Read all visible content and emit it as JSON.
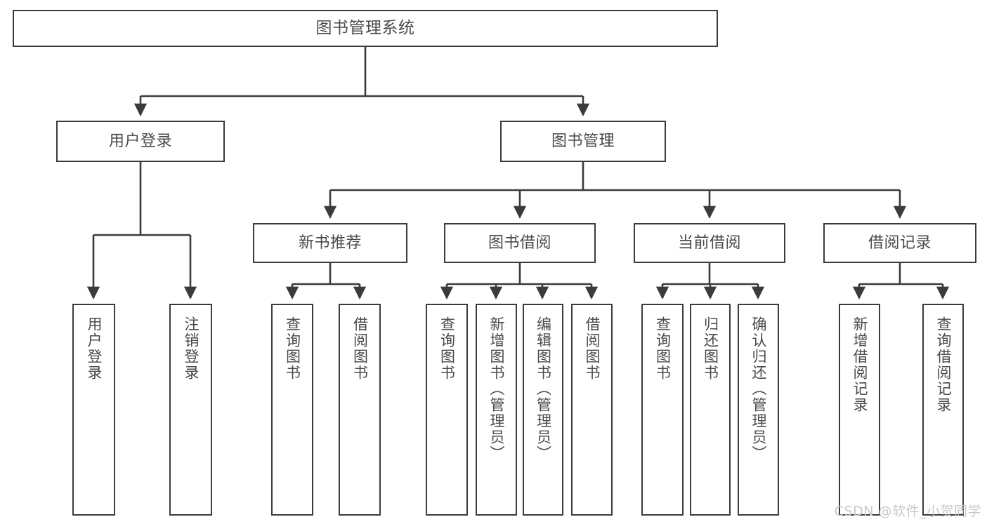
{
  "diagram": {
    "title": "图书管理系统",
    "type": "tree-hierarchy",
    "stroke_color": "#3b3b3b",
    "text_color": "#4a4a4a",
    "background_color": "#ffffff",
    "nodes": {
      "root": {
        "label": "图书管理系统"
      },
      "level2": [
        {
          "label": "用户登录"
        },
        {
          "label": "图书管理"
        }
      ],
      "level3": [
        {
          "label": "新书推荐"
        },
        {
          "label": "图书借阅"
        },
        {
          "label": "当前借阅"
        },
        {
          "label": "借阅记录"
        }
      ],
      "leaves": [
        {
          "label": "用户登录"
        },
        {
          "label": "注销登录"
        },
        {
          "label": "查询图书"
        },
        {
          "label": "借阅图书"
        },
        {
          "label": "查询图书"
        },
        {
          "label": "新增图书（管理员）"
        },
        {
          "label": "编辑图书（管理员）"
        },
        {
          "label": "借阅图书"
        },
        {
          "label": "查询图书"
        },
        {
          "label": "归还图书"
        },
        {
          "label": "确认归还（管理员）"
        },
        {
          "label": "新增借阅记录"
        },
        {
          "label": "查询借阅记录"
        }
      ]
    }
  },
  "watermark": {
    "text": "CSDN @软件_小贺同学"
  }
}
